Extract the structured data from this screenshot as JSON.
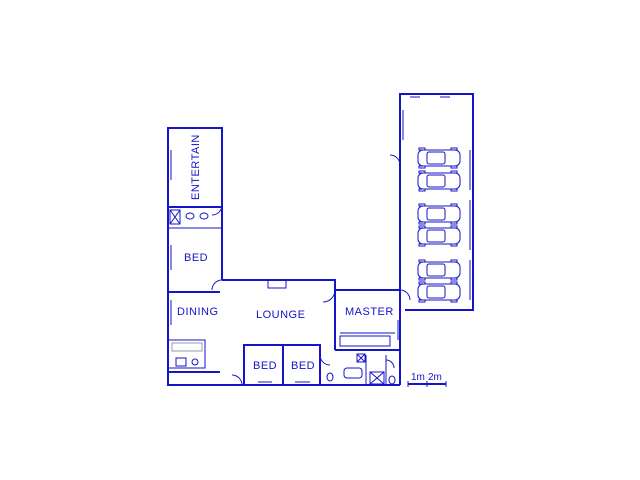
{
  "rooms": {
    "entertain": "ENTERTAIN",
    "bed_north": "BED",
    "dining": "DINING",
    "lounge": "LOUNGE",
    "master": "MASTER",
    "bed_south_1": "BED",
    "bed_south_2": "BED"
  },
  "scale": {
    "label_1": "1m",
    "label_2": "2m"
  },
  "garage": {
    "car_count": 6
  },
  "colors": {
    "wall": "#1414c8",
    "fixture": "#9a9aa8",
    "background": "#ffffff"
  }
}
